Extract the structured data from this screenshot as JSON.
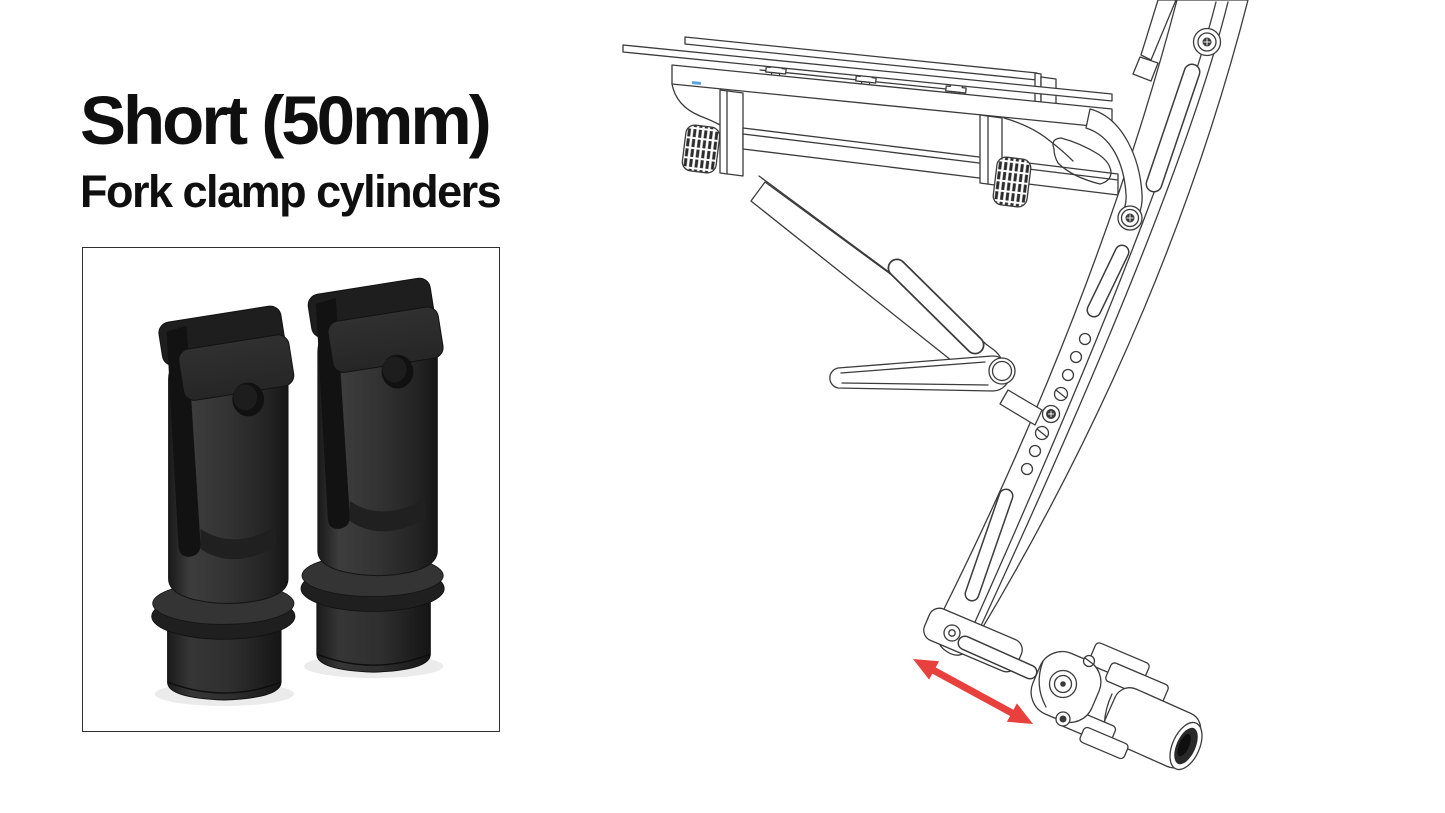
{
  "colors": {
    "background": "#ffffff",
    "ink": "#0f0f0f",
    "line": "#3b3b3b",
    "frame": "#2f2f2f",
    "arrow": "#e8403c",
    "selection": "#5aa7e0"
  },
  "title_block": {
    "heading": "Short (50mm)",
    "subheading": "Fork clamp cylinders"
  },
  "product_panel": {
    "description": "Rendered pair of dark gray fork clamp cylinder parts, each with a slotted fork top, side hole, flange collar and narrower spigot base"
  },
  "cad_panel": {
    "description": "CAD wireframe of tray mount assembly: tilted tray with knurled thumb knobs, slotted main rail with adjustment holes, pivot arm, diagonal brace and fork clamp tube joint at the bottom",
    "annotation_arrow": "double-headed arrow along the clamp sliding axis"
  }
}
